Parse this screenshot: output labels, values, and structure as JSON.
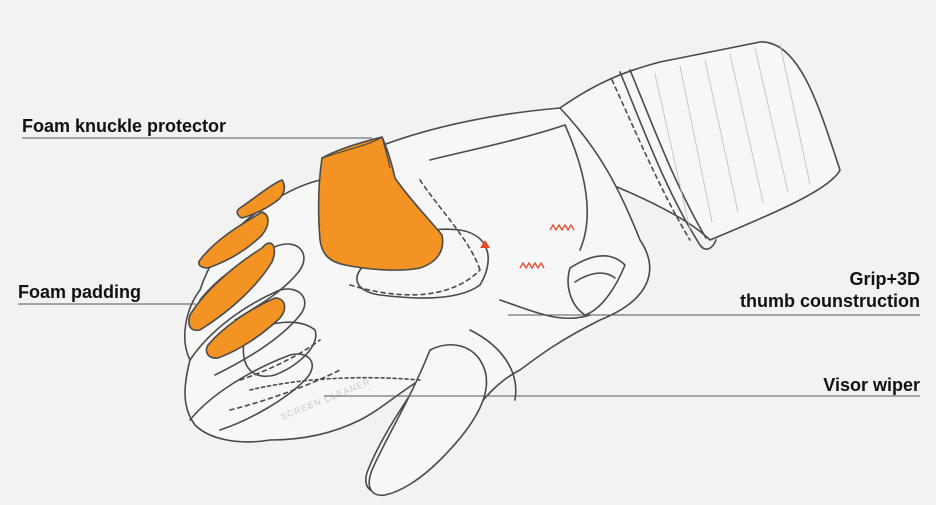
{
  "labels": {
    "knuckle": "Foam knuckle protector",
    "padding": "Foam padding",
    "grip_line1": "Grip+3D",
    "grip_line2": "thumb counstruction",
    "visor": "Visor wiper"
  },
  "print": {
    "screen_cleaner": "SCREEN CLEANER"
  },
  "colors": {
    "background": "#f2f2f2",
    "outline": "#4a4a4a",
    "glove_fill": "#f7f7f7",
    "foam": "#f39323",
    "accent_red": "#e8472b",
    "leader": "#555555"
  },
  "icons": {
    "warning": "warning-triangle-icon"
  }
}
